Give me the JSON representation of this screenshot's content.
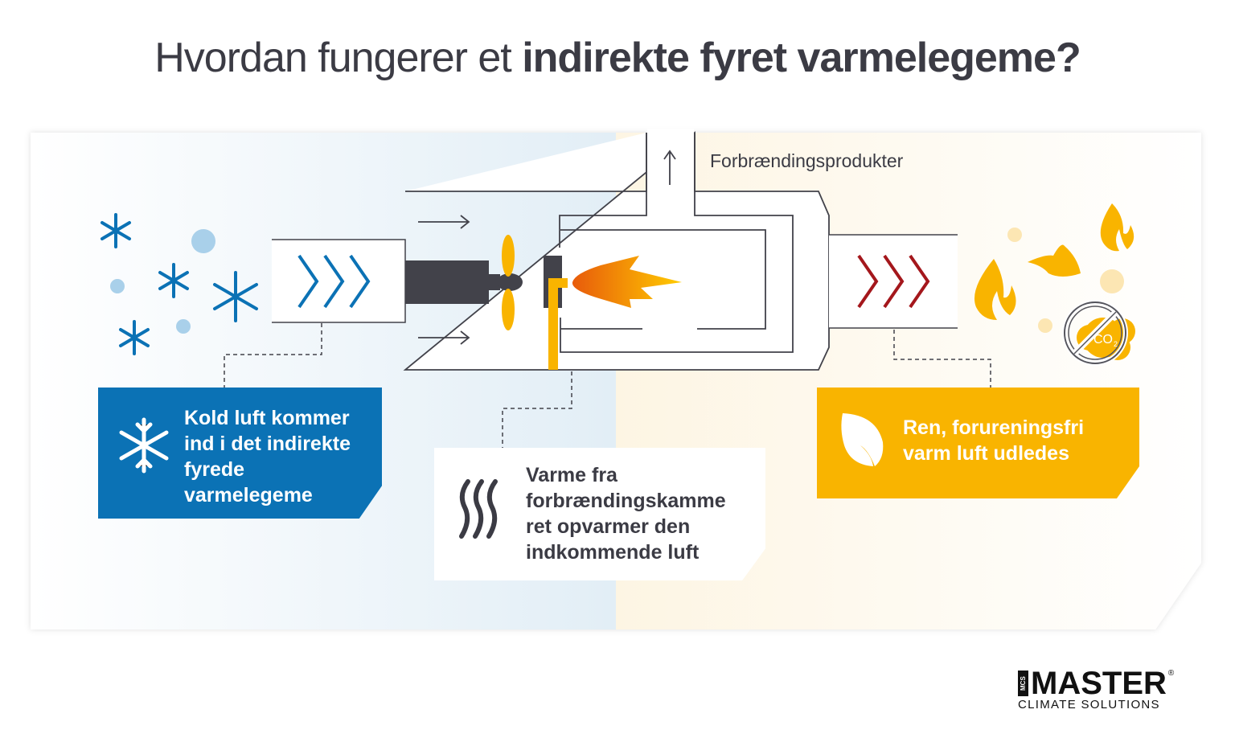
{
  "title": {
    "light": "Hvordan fungerer et ",
    "bold": "indirekte fyret varmelegeme?"
  },
  "exhaust_label": "Forbrændingsprodukter",
  "boxes": {
    "cold": [
      "Kold luft kommer",
      "ind i det indirekte",
      "fyrede",
      "varmelegeme"
    ],
    "heat": [
      "Varme fra",
      "forbrændingskamme",
      "ret opvarmer den",
      "indkommende luft"
    ],
    "clean": [
      "Ren, forureningsfri",
      "varm luft udledes"
    ]
  },
  "co2_label": "CO",
  "co2_sub": "2",
  "logo": {
    "mcs": "MCS",
    "brand": "MASTER",
    "reg": "®",
    "tagline": "CLIMATE SOLUTIONS"
  },
  "colors": {
    "blue": "#0b72b5",
    "yellow": "#f9b400",
    "dark": "#42424a",
    "red": "#a4171c",
    "cold_bg": "#e2eef6",
    "warm_bg": "#fdf5e3"
  }
}
